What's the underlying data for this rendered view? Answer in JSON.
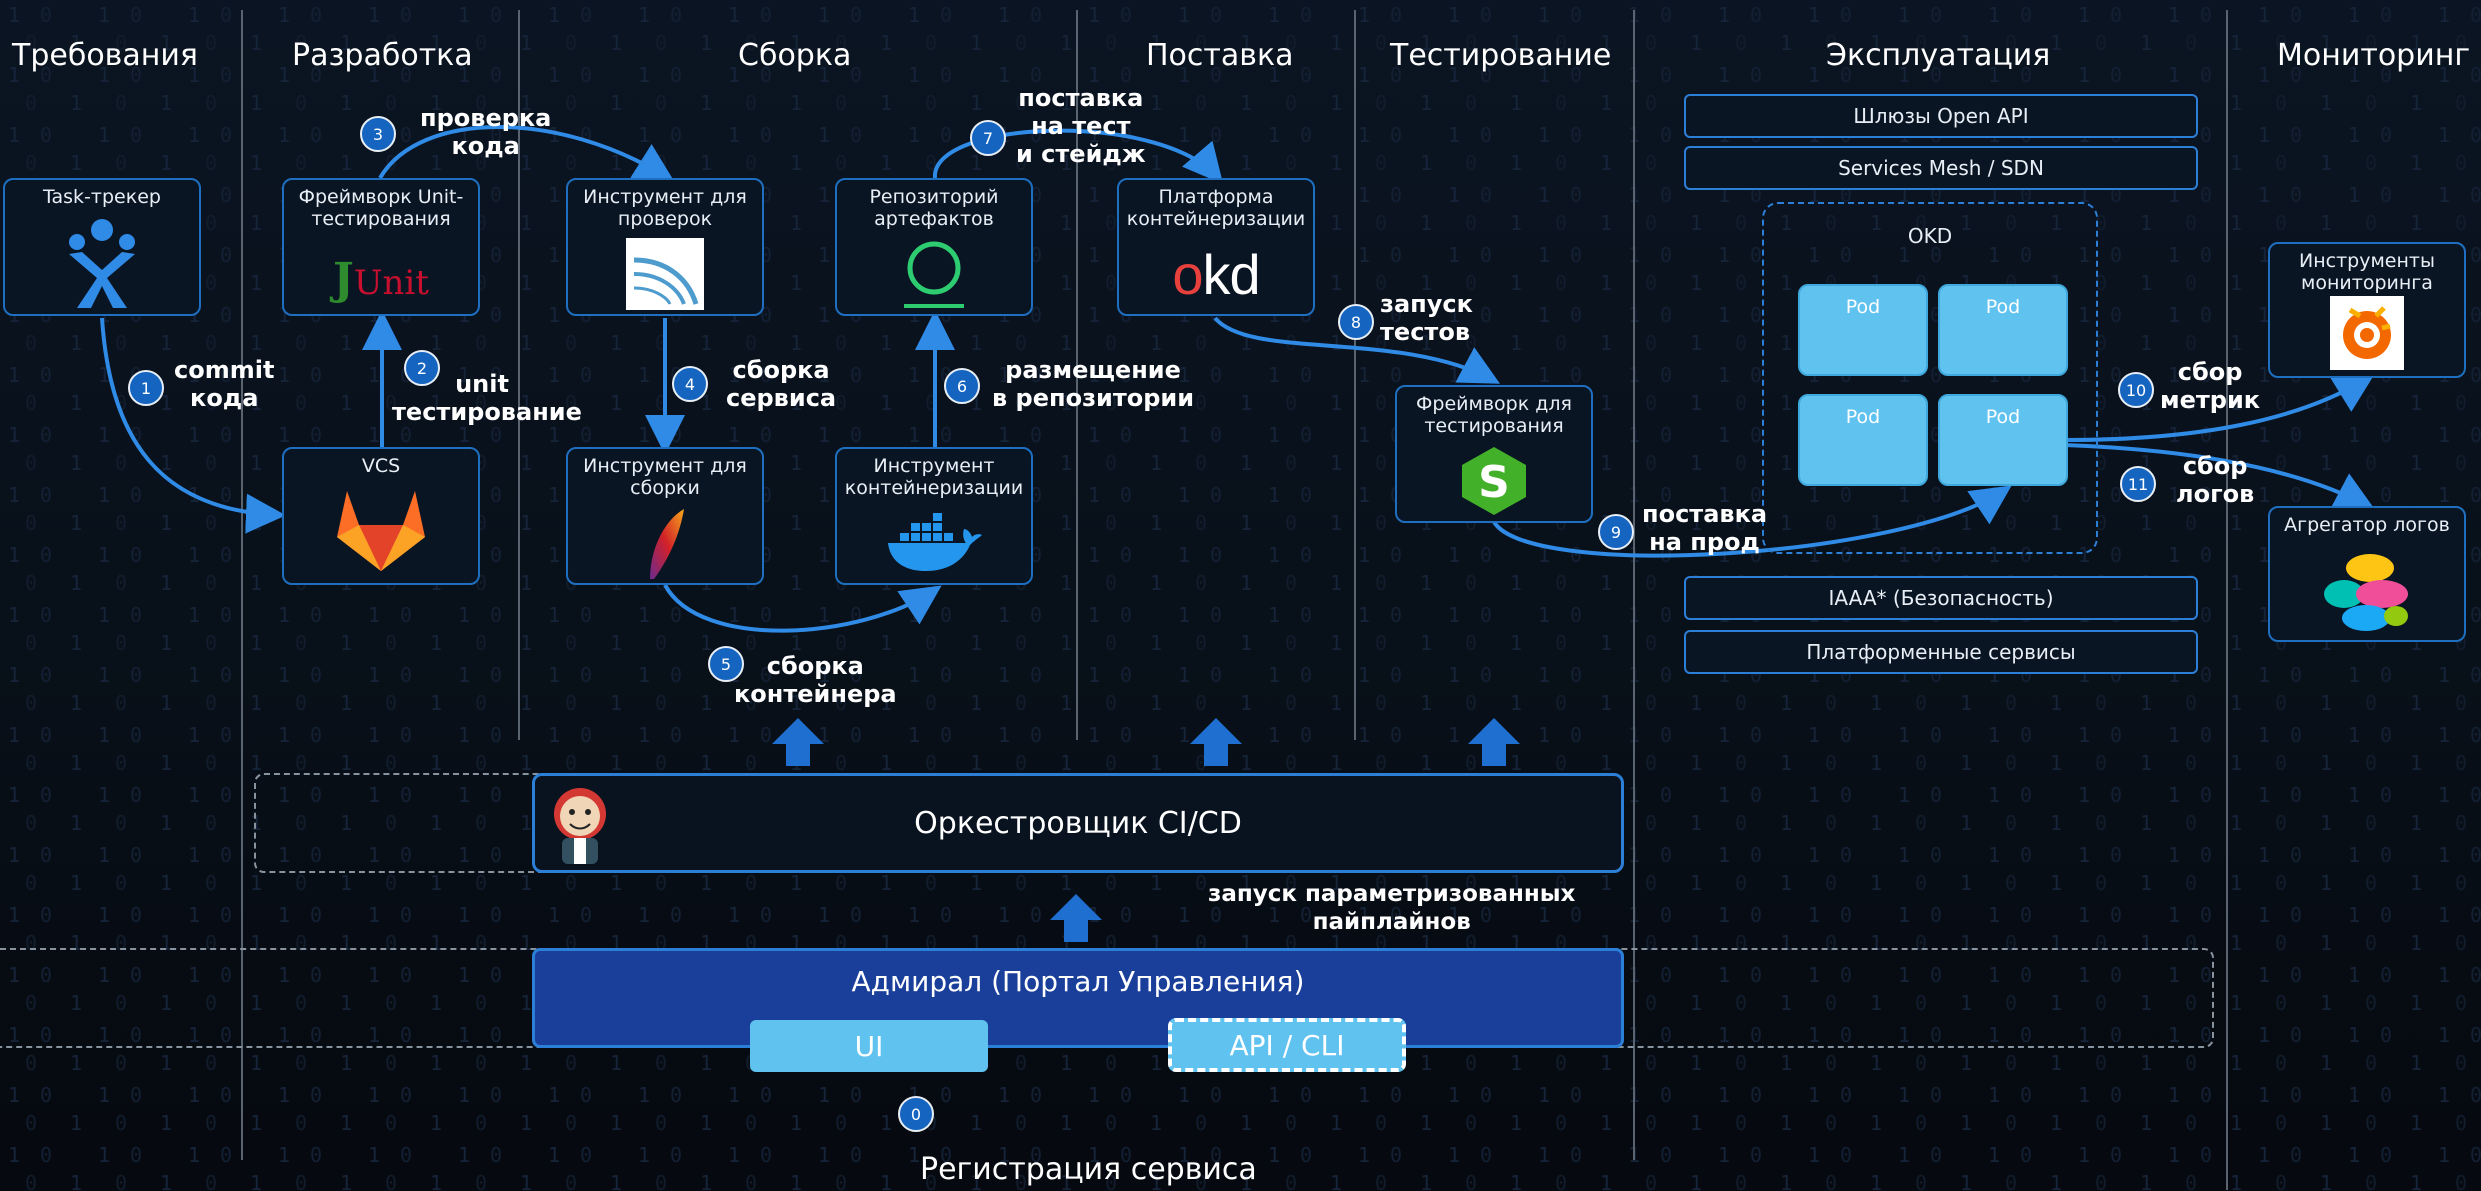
{
  "columns": [
    "Требования",
    "Разработка",
    "Сборка",
    "Поставка",
    "Тестирование",
    "Эксплуатация",
    "Мониторинг"
  ],
  "boxes": {
    "task_tracker": "Task-трекер",
    "unit_framework": "Фреймворк Unit-\nтестирования",
    "check_tool": "Инструмент для\nпроверок",
    "artifact_repo": "Репозиторий\nартефактов",
    "container_platform": "Платформа\nконтейнеризации",
    "vcs": "VCS",
    "build_tool": "Инструмент для\nсборки",
    "containerize_tool": "Инструмент\nконтейнеризации",
    "test_framework": "Фреймворк для\nтестирования",
    "monitoring_tools": "Инструменты\nмониторинга",
    "log_aggregator": "Агрегатор логов"
  },
  "logos": {
    "junit_j": "J",
    "junit_rest": "Unit",
    "okd_o": "o",
    "okd_rest": "kd"
  },
  "steps": [
    {
      "n": "0"
    },
    {
      "n": "1",
      "label": "commit\nкода"
    },
    {
      "n": "2",
      "label": "unit\nтестирование"
    },
    {
      "n": "3",
      "label": "проверка\nкода"
    },
    {
      "n": "4",
      "label": "сборка\nсервиса"
    },
    {
      "n": "5",
      "label": "сборка\nконтейнера"
    },
    {
      "n": "6",
      "label": "размещение\nв репозитории"
    },
    {
      "n": "7",
      "label": "поставка\nна тест\nи стейдж"
    },
    {
      "n": "8",
      "label": "запуск\nтестов"
    },
    {
      "n": "9",
      "label": "поставка\nна прод"
    },
    {
      "n": "10",
      "label": "сбор\nметрик"
    },
    {
      "n": "11",
      "label": "сбор\nлогов"
    }
  ],
  "ops": {
    "gateway": "Шлюзы Open API",
    "mesh": "Services Mesh / SDN",
    "okd": "OKD",
    "pods": [
      "Pod",
      "Pod",
      "Pod",
      "Pod"
    ],
    "security": "IAAA* (Безопасность)",
    "platform_services": "Платформенные сервисы"
  },
  "orchestrator": "Оркестровщик CI/CD",
  "pipelines_label": "запуск параметризованных\nпайплайнов",
  "admiral": "Адмирал (Портал Управления)",
  "ui_button": "UI",
  "api_button": "API / CLI",
  "registration": "Регистрация сервиса",
  "colors": {
    "accent": "#1e6fc0",
    "arrow": "#1f6fd0",
    "pod": "#5fc2ef",
    "admiral": "#1a3f9a",
    "ui": "#5fc2ef"
  }
}
